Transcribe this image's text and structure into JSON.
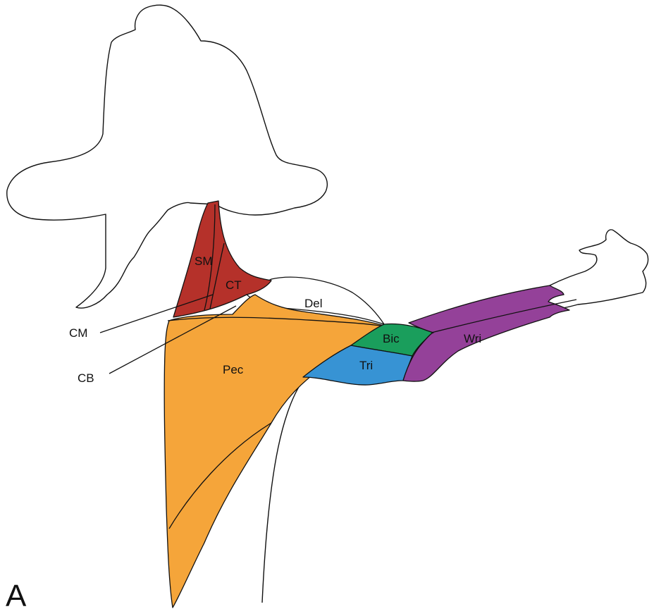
{
  "figure": {
    "panel_letter": "A",
    "labels": {
      "sm": "SM",
      "ct": "CT",
      "del": "Del",
      "pec": "Pec",
      "bic": "Bic",
      "tri": "Tri",
      "wri": "Wri",
      "cm": "CM",
      "cb": "CB"
    }
  },
  "colors": {
    "sm_ct": "#b5312a",
    "pec": "#f5a53a",
    "bic": "#1a9e5c",
    "tri": "#3793d4",
    "wri": "#944199",
    "del": "#ffffff",
    "outline": "#111111"
  }
}
